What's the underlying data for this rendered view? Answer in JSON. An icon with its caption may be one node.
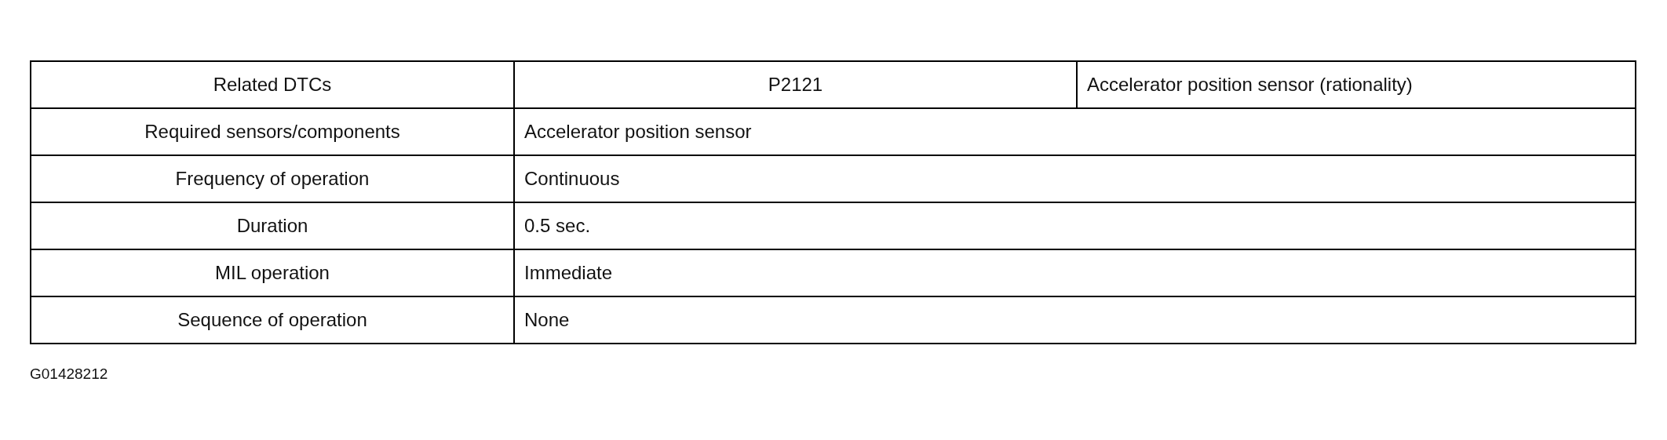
{
  "diagram": {
    "labels": [
      "Related DTCs",
      "P2121",
      "Accelerator position sensor (rationality)",
      "Required sensors/components",
      "Accelerator position sensor",
      "Frequency of operation",
      "Continuous",
      "Duration",
      "0.5 sec.",
      "MIL operation",
      "Immediate",
      "Sequence of operation",
      "None",
      "G01428212"
    ]
  }
}
